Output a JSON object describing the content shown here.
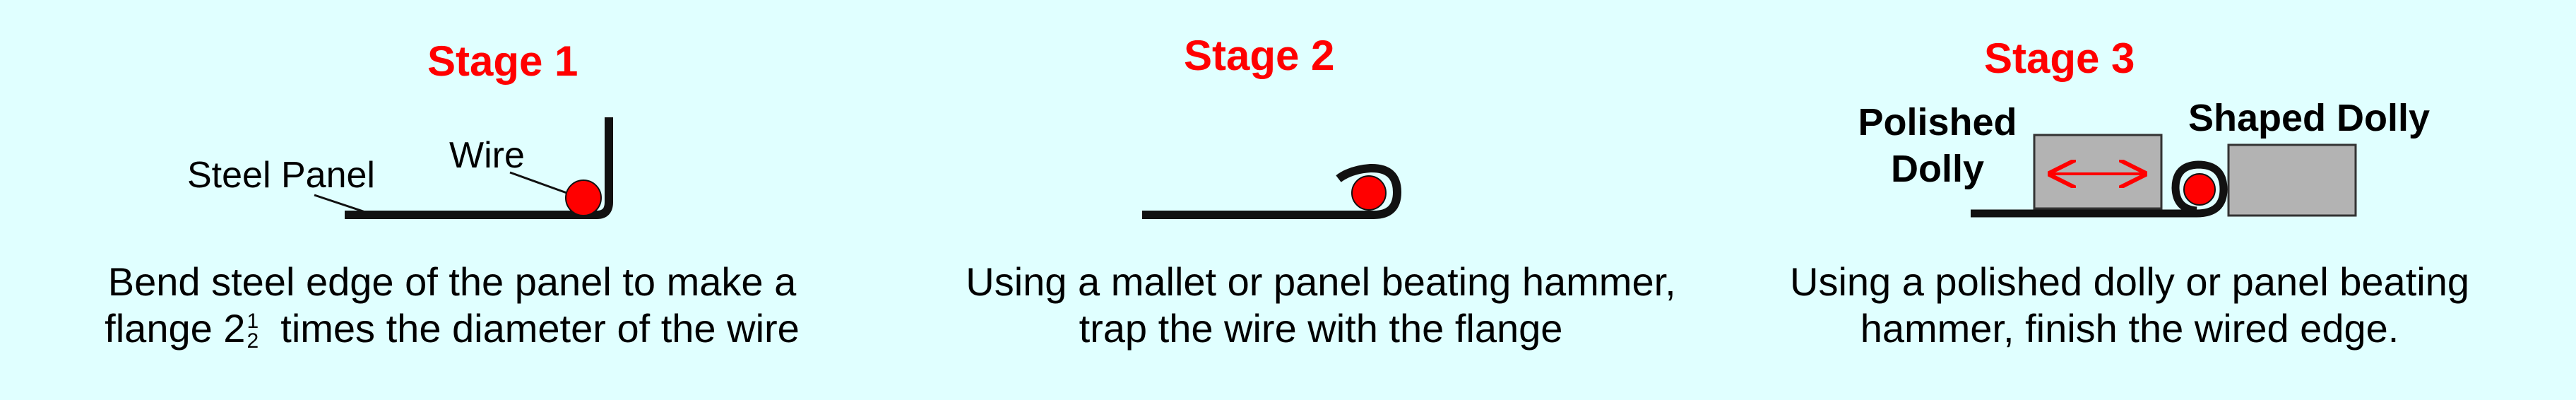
{
  "stage1": {
    "title": "Stage 1",
    "steel_panel_label": "Steel Panel",
    "wire_label": "Wire",
    "caption_line1": "Bend steel edge of the panel to make a",
    "caption_line2_prefix": "flange 2",
    "caption_frac_num": "1",
    "caption_frac_den": "2",
    "caption_line2_suffix": "times the diameter of the wire"
  },
  "stage2": {
    "title": "Stage 2",
    "caption_line1": "Using a mallet or panel beating hammer,",
    "caption_line2": "trap the wire with the flange"
  },
  "stage3": {
    "title": "Stage 3",
    "polished_dolly_line1": "Polished",
    "polished_dolly_line2": "Dolly",
    "shaped_dolly_label": "Shaped Dolly",
    "caption_line1": "Using a polished dolly or panel beating",
    "caption_line2": "hammer, finish the wired edge."
  },
  "colors": {
    "background": "#e0ffff",
    "title": "#ff0000",
    "wire": "#ff0000",
    "panel": "#111111",
    "dolly": "#b3b3b3",
    "arrow": "#ff0000"
  }
}
